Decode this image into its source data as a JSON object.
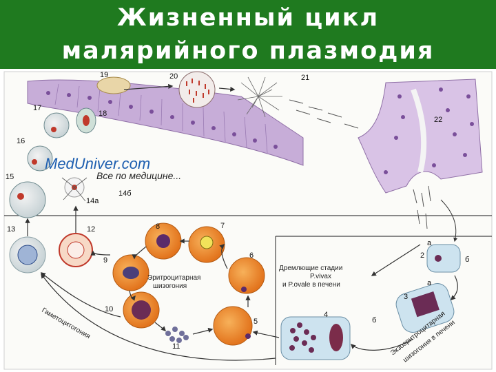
{
  "title": {
    "line1": "Жизненный цикл",
    "line2": "малярийного плазмодия"
  },
  "watermark": {
    "site": "MedUniver.com",
    "slogan": "Все по медицине..."
  },
  "labels": {
    "n2": "2",
    "n3": "3",
    "n4": "4",
    "n5": "5",
    "n6": "6",
    "n7": "7",
    "n8": "8",
    "n9": "9",
    "n10": "10",
    "n11": "11",
    "n12": "12",
    "n13": "13",
    "n14a": "14а",
    "n14b": "14б",
    "n15": "15",
    "n16": "16",
    "n17": "17",
    "n18": "18",
    "n19": "19",
    "n20": "20",
    "n21": "21",
    "n22": "22",
    "a1": "а",
    "b1": "б",
    "a2": "а",
    "b2": "б"
  },
  "captions": {
    "erythro_line1": "Эритроцитарная",
    "erythro_line2": "шизогония",
    "dormant_line1": "Дремлющие стадии",
    "dormant_line2": "P.vivax",
    "dormant_line3": "и P.ovale в печени",
    "exo_line1": "Экзоэритроцитарная",
    "exo_line2": "шизогония в печени",
    "gametocytogony": "Гаметоцитогония"
  },
  "colors": {
    "header_green": "#1f7a1f",
    "erythrocyte_orange": "#ef8a2a",
    "epithelium_violet": "#b79acb",
    "liver_cell_blue": "#cde3ef",
    "watermark_blue": "#1e5fb0"
  }
}
